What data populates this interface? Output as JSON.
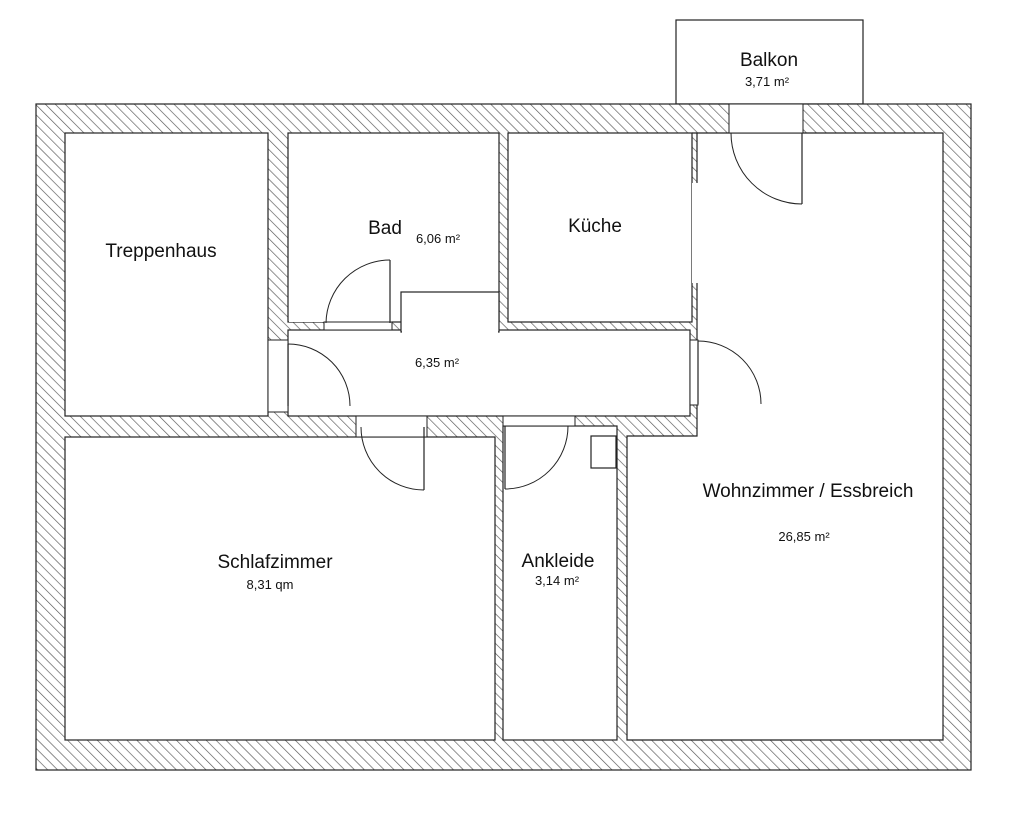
{
  "floorplan": {
    "rooms": {
      "balkon": {
        "name": "Balkon",
        "area": "3,71 m²"
      },
      "treppenhaus": {
        "name": "Treppenhaus",
        "area": ""
      },
      "bad": {
        "name": "Bad",
        "area": "6,06 m²"
      },
      "kueche": {
        "name": "Küche",
        "area": ""
      },
      "flur": {
        "name": "",
        "area": "6,35 m²"
      },
      "wohnzimmer": {
        "name": "Wohnzimmer / Essbreich",
        "area": "26,85 m²"
      },
      "schlafzimmer": {
        "name": "Schlafzimmer",
        "area": "8,31 qm"
      },
      "ankleide": {
        "name": "Ankleide",
        "area": "3,14 m²"
      }
    },
    "colors": {
      "wall_line": "#222222",
      "hatch": "#555555",
      "floor": "#ffffff"
    }
  }
}
